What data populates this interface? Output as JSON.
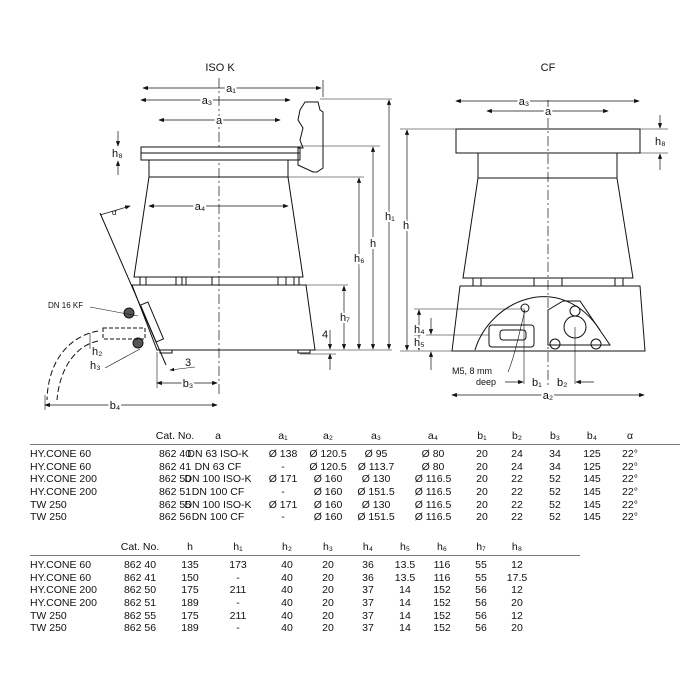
{
  "drawing": {
    "iso_k": {
      "title": "ISO K",
      "labels": {
        "a1": "a₁",
        "a3": "a₃",
        "a": "a",
        "a4": "a₄",
        "h8": "h₈",
        "h1": "h₁",
        "h": "h",
        "h6": "h₆",
        "h7": "h₇",
        "four": "4",
        "alpha": "α",
        "dn16": "DN 16 KF",
        "h2": "h₂",
        "h3": "h₃",
        "three": "3",
        "b3": "b₃",
        "b4": "b₄"
      }
    },
    "cf": {
      "title": "CF",
      "labels": {
        "a3": "a₃",
        "a": "a",
        "h8": "h₈",
        "h": "h",
        "h4": "h₄",
        "h5": "h₅",
        "m5_line1": "M5, 8 mm",
        "m5_line2": "deep",
        "b1": "b₁",
        "b2": "b₂",
        "a2": "a₂"
      }
    }
  },
  "table1": {
    "headers": [
      "",
      "Cat. No.",
      "a",
      "a₁",
      "a₂",
      "a₃",
      "a₄",
      "b₁",
      "b₂",
      "b₃",
      "b₄",
      "α"
    ],
    "rows": [
      [
        "HY.CONE 60",
        "862 40",
        "DN 63 ISO-K",
        "Ø 138",
        "Ø 120.5",
        "Ø 95",
        "Ø 80",
        "20",
        "24",
        "34",
        "125",
        "22°"
      ],
      [
        "HY.CONE 60",
        "862 41",
        "DN 63 CF",
        "-",
        "Ø 120.5",
        "Ø 113.7",
        "Ø 80",
        "20",
        "24",
        "34",
        "125",
        "22°"
      ],
      [
        "HY.CONE 200",
        "862 50",
        "DN 100 ISO-K",
        "Ø 171",
        "Ø 160",
        "Ø 130",
        "Ø 116.5",
        "20",
        "22",
        "52",
        "145",
        "22°"
      ],
      [
        "HY.CONE 200",
        "862 51",
        "DN 100 CF",
        "-",
        "Ø 160",
        "Ø 151.5",
        "Ø 116.5",
        "20",
        "22",
        "52",
        "145",
        "22°"
      ],
      [
        "TW 250",
        "862 55",
        "DN 100 ISO-K",
        "Ø 171",
        "Ø 160",
        "Ø 130",
        "Ø 116.5",
        "20",
        "22",
        "52",
        "145",
        "22°"
      ],
      [
        "TW 250",
        "862 56",
        "DN 100 CF",
        "-",
        "Ø 160",
        "Ø 151.5",
        "Ø 116.5",
        "20",
        "22",
        "52",
        "145",
        "22°"
      ]
    ]
  },
  "table2": {
    "headers": [
      "",
      "Cat. No.",
      "h",
      "h₁",
      "h₂",
      "h₃",
      "h₄",
      "h₅",
      "h₆",
      "h₇",
      "h₈"
    ],
    "rows": [
      [
        "HY.CONE 60",
        "862 40",
        "135",
        "173",
        "40",
        "20",
        "36",
        "13.5",
        "116",
        "55",
        "12"
      ],
      [
        "HY.CONE 60",
        "862 41",
        "150",
        "-",
        "40",
        "20",
        "36",
        "13.5",
        "116",
        "55",
        "17.5"
      ],
      [
        "HY.CONE 200",
        "862 50",
        "175",
        "211",
        "40",
        "20",
        "37",
        "14",
        "152",
        "56",
        "12"
      ],
      [
        "HY.CONE 200",
        "862 51",
        "189",
        "-",
        "40",
        "20",
        "37",
        "14",
        "152",
        "56",
        "20"
      ],
      [
        "TW 250",
        "862 55",
        "175",
        "211",
        "40",
        "20",
        "37",
        "14",
        "152",
        "56",
        "12"
      ],
      [
        "TW 250",
        "862 56",
        "189",
        "-",
        "40",
        "20",
        "37",
        "14",
        "152",
        "56",
        "20"
      ]
    ]
  }
}
